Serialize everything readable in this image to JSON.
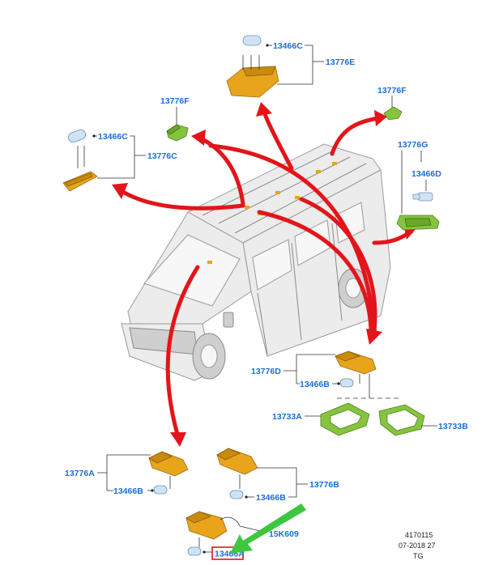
{
  "labels": {
    "top_bulb": "13466C",
    "top_lamp": "13776E",
    "left_bulb": "13466C",
    "left_lamp": "13776C",
    "left_green": "13776F",
    "right_green": "13776F",
    "right_assy": "13776G",
    "right_bulb": "13466D",
    "mid_lamp": "13776D",
    "mid_bulb": "13466B",
    "lens_left": "13733A",
    "lens_right": "13733B",
    "bl_lamp": "13776A",
    "bl_bulb": "13466B",
    "br_lamp": "13776B",
    "br_bulb": "13466B",
    "harness": "15K609",
    "highlight": "13466A"
  },
  "doc": {
    "number": "4170115",
    "date": "07-2018 27",
    "code": "TG"
  },
  "colors": {
    "label": "#1a6fd6",
    "arrow": "#e3151a",
    "lamp_orange": "#e8a51c",
    "lamp_green": "#86c43f",
    "pointer": "#3fc63f"
  },
  "icons": {
    "pointer": "green-arrow-icon",
    "flow": "red-curved-arrow-icon"
  }
}
